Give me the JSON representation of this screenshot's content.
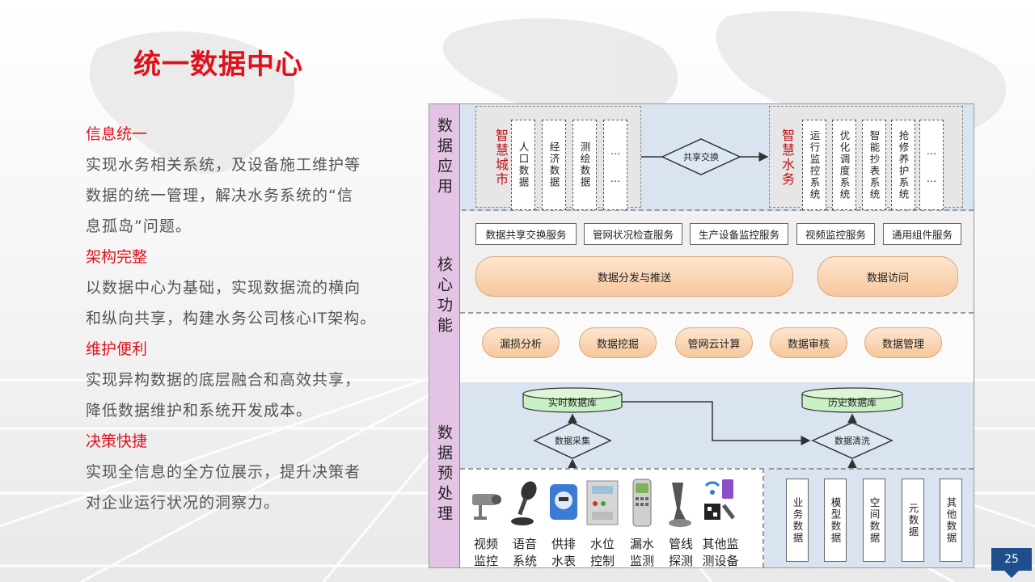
{
  "title": "统一数据中心",
  "left": [
    {
      "heading": "信息统一",
      "lines": [
        "实现水务相关系统，及设备施工维护等",
        "数据的统一管理，解决水务系统的“信",
        "息孤岛”问题。"
      ]
    },
    {
      "heading": "架构完整",
      "lines": [
        "以数据中心为基础，实现数据流的横向",
        "和纵向共享，构建水务公司核心IT架构。"
      ]
    },
    {
      "heading": "维护便利",
      "lines": [
        "实现异构数据的底层融合和高效共享，",
        "降低数据维护和系统开发成本。"
      ]
    },
    {
      "heading": "决策快捷",
      "lines": [
        "实现全信息的全方位展示，提升决策者",
        "对企业运行状况的洞察力。"
      ]
    }
  ],
  "diagram": {
    "bands": [
      "数据应用",
      "核心功能",
      "数据预处理"
    ],
    "app": {
      "left_group": "智慧城市",
      "left_items": [
        "人口数据",
        "经济数据",
        "测绘数据",
        "…\n…"
      ],
      "exchange": "共享交换",
      "right_group": "智慧水务",
      "right_items": [
        "运行监控系统",
        "优化调度系统",
        "智能抄表系统",
        "抢修养护系统",
        "…\n…"
      ]
    },
    "services": [
      "数据共享交换服务",
      "管网状况检查服务",
      "生产设备监控服务",
      "视频监控服务",
      "通用组件服务"
    ],
    "dispatch": "数据分发与推送",
    "access": "数据访问",
    "functions": [
      "漏损分析",
      "数据挖掘",
      "管网云计算",
      "数据审核",
      "数据管理"
    ],
    "realtime_db": "实时数据库",
    "history_db": "历史数据库",
    "collect": "数据采集",
    "clean": "数据清洗",
    "devices": [
      {
        "line1": "视频",
        "line2": "监控"
      },
      {
        "line1": "语音",
        "line2": "系统"
      },
      {
        "line1": "供排",
        "line2": "水表"
      },
      {
        "line1": "水位",
        "line2": "控制"
      },
      {
        "line1": "漏水",
        "line2": "监测"
      },
      {
        "line1": "管线",
        "line2": "探测"
      },
      {
        "line1": "其他监",
        "line2": "测设备"
      }
    ],
    "sources": [
      "业务数据",
      "模型数据",
      "空间数据",
      "元数据",
      "其他数据"
    ]
  },
  "page_number": "25",
  "colors": {
    "accent_red": "#e0111b",
    "band_label": "#e4c4e4",
    "db_green": "#c9f0c4",
    "page_badge": "#1f4e8c"
  }
}
